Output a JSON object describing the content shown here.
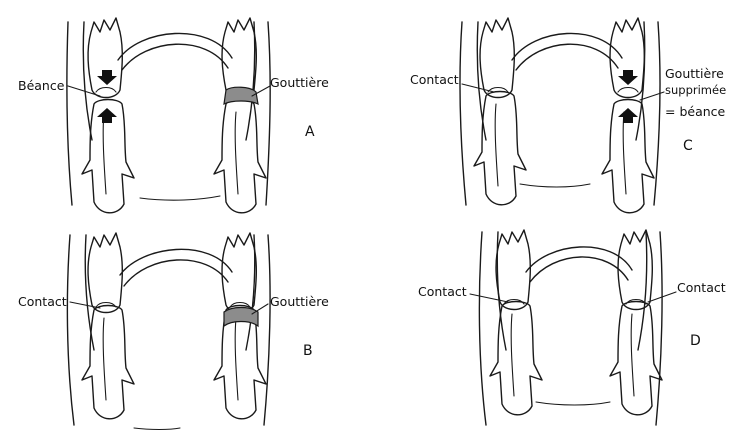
{
  "panels": {
    "A": {
      "letter": "A",
      "left_label": "Béance",
      "right_label": "Gouttière"
    },
    "B": {
      "letter": "B",
      "left_label": "Contact",
      "right_label": "Gouttière"
    },
    "C": {
      "letter": "C",
      "left_label": "Contact",
      "right_label_line1": "Gouttière",
      "right_label_line2": "supprimée",
      "right_label_line3": "= béance"
    },
    "D": {
      "letter": "D",
      "left_label": "Contact",
      "right_label": "Contact"
    }
  },
  "colors": {
    "line": "#1a1a1a",
    "splint": "#8c8c8c",
    "background": "#ffffff"
  }
}
